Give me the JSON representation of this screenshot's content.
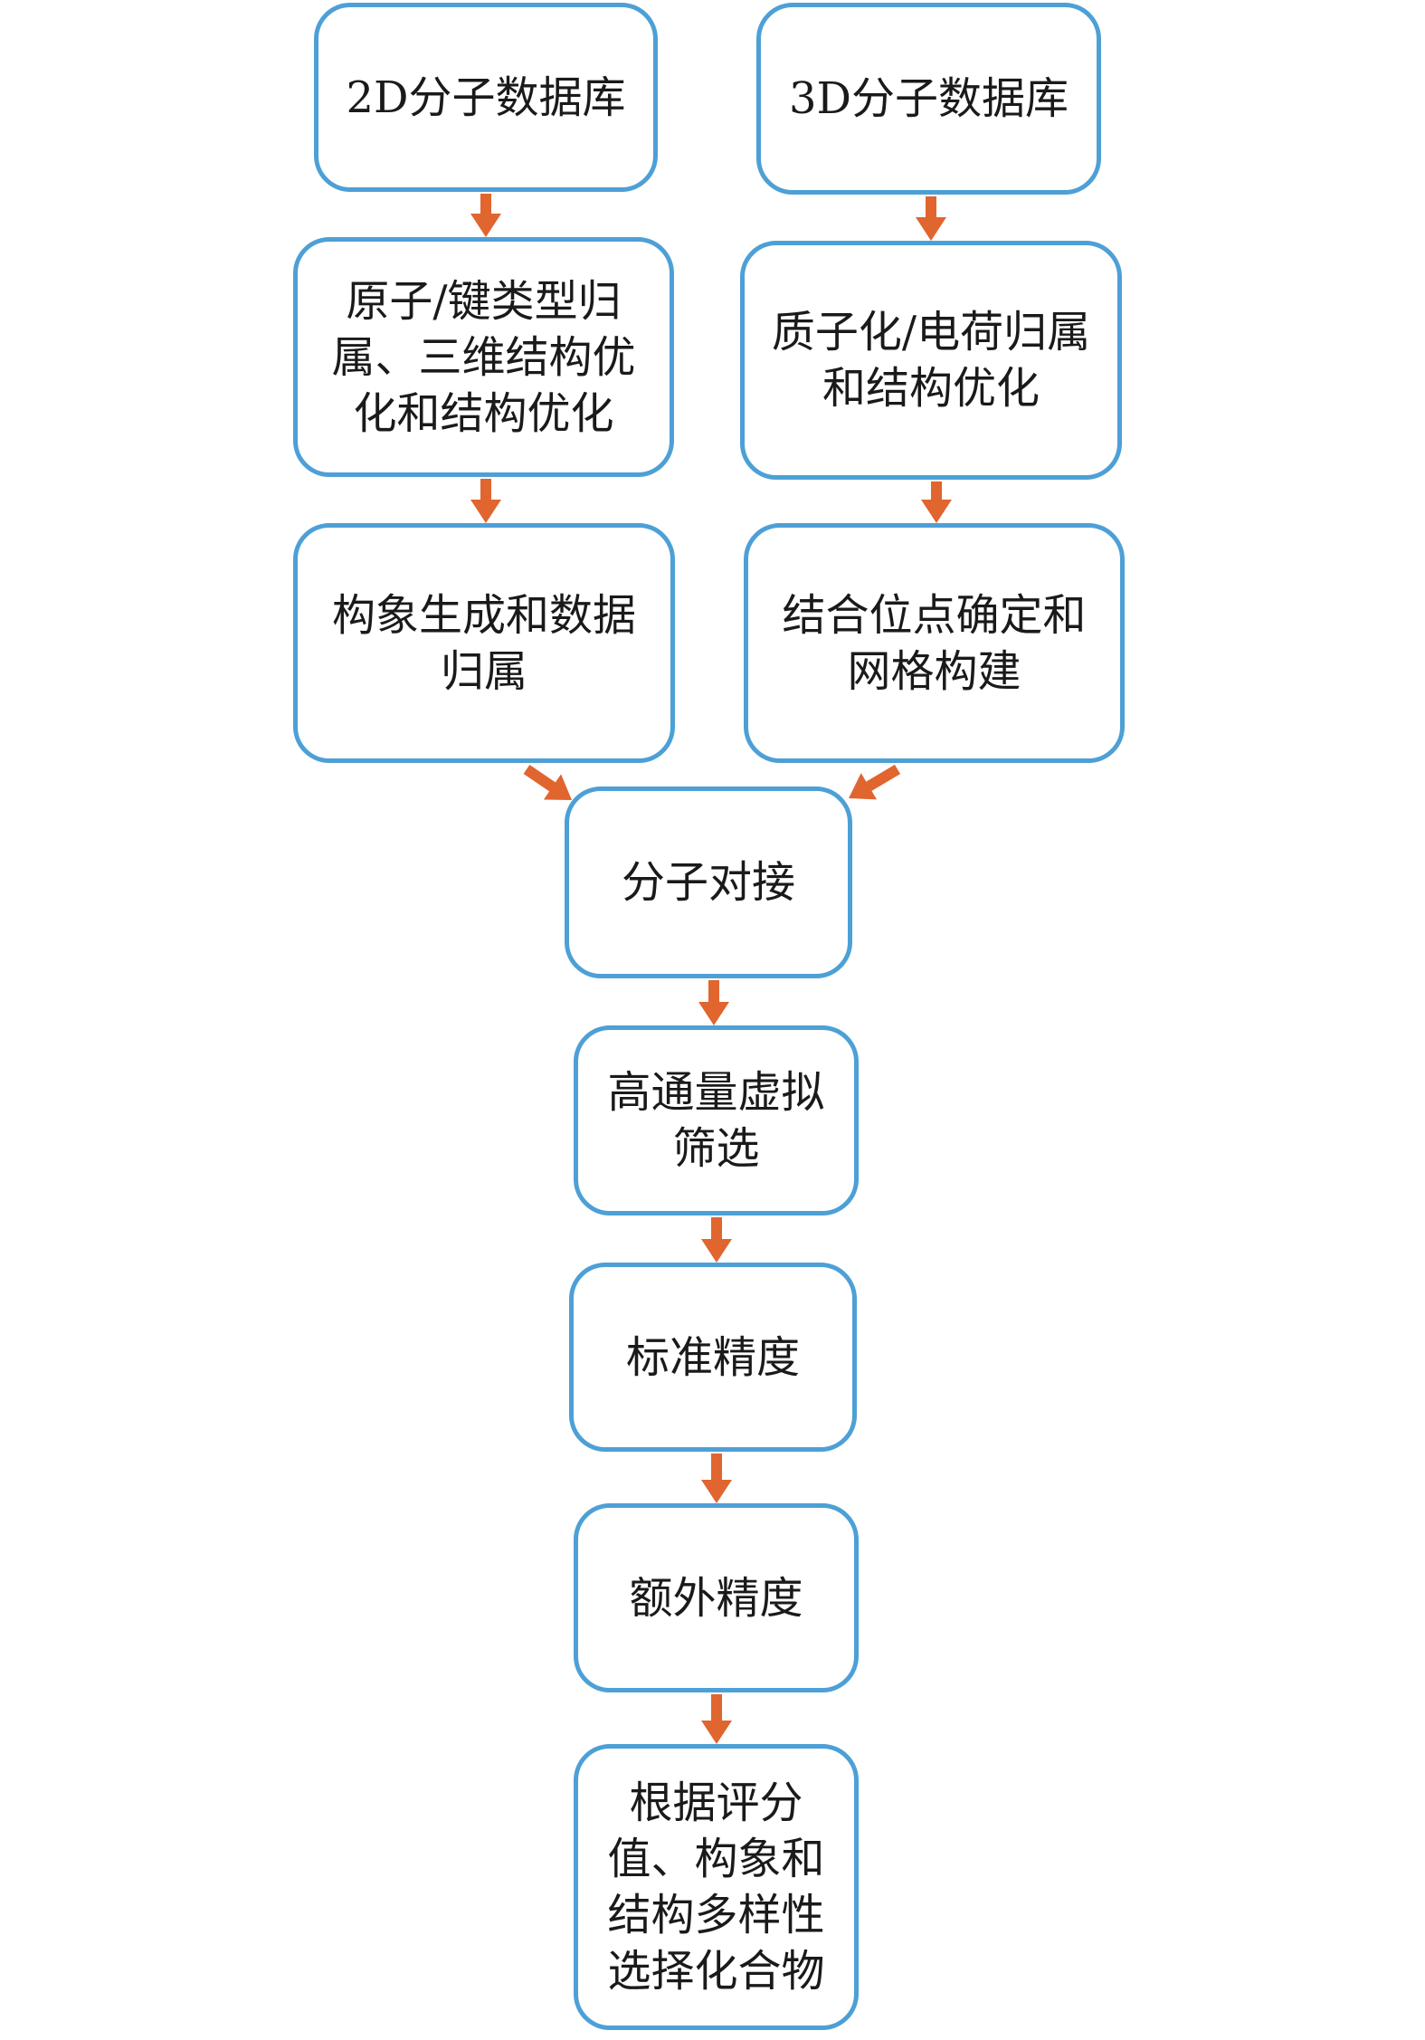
{
  "diagram": {
    "colors": {
      "box_border": "#4da0d6",
      "arrow": "#e0652f",
      "text": "#1a1a1a"
    },
    "nodes": [
      {
        "id": "db2d",
        "label": "2D分子数据库"
      },
      {
        "id": "db3d",
        "label": "3D分子数据库"
      },
      {
        "id": "atom_bond",
        "label": "原子/键类型归\n属、三维结构优\n化和结构优化"
      },
      {
        "id": "protonation",
        "label": "质子化/电荷归属\n和结构优化"
      },
      {
        "id": "conformer",
        "label": "构象生成和数据\n归属"
      },
      {
        "id": "binding_site",
        "label": "结合位点确定和\n网格构建"
      },
      {
        "id": "docking",
        "label": "分子对接"
      },
      {
        "id": "htvs",
        "label": "高通量虚拟\n筛选"
      },
      {
        "id": "sp",
        "label": "标准精度"
      },
      {
        "id": "xp",
        "label": "额外精度"
      },
      {
        "id": "select",
        "label": "根据评分\n值、构象和\n结构多样性\n选择化合物"
      }
    ],
    "edges": [
      [
        "db2d",
        "atom_bond"
      ],
      [
        "atom_bond",
        "conformer"
      ],
      [
        "db3d",
        "protonation"
      ],
      [
        "protonation",
        "binding_site"
      ],
      [
        "conformer",
        "docking"
      ],
      [
        "binding_site",
        "docking"
      ],
      [
        "docking",
        "htvs"
      ],
      [
        "htvs",
        "sp"
      ],
      [
        "sp",
        "xp"
      ],
      [
        "xp",
        "select"
      ]
    ]
  }
}
